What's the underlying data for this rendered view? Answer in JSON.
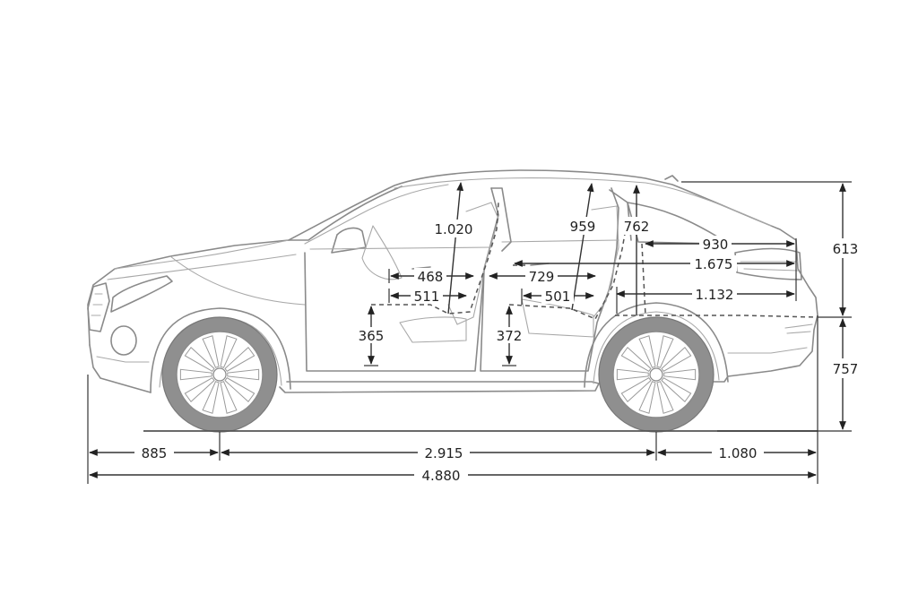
{
  "dimensions": {
    "front_overhang": "885",
    "wheelbase": "2.915",
    "rear_overhang": "1.080",
    "overall_length": "4.880",
    "upper_height": "613",
    "lower_height": "757",
    "front_headroom": "1.020",
    "rear_headroom": "959",
    "rear_headroom_2": "762",
    "trunk_930": "930",
    "trunk_1675": "1.675",
    "trunk_1132": "1.132",
    "front_seat_468": "468",
    "front_seat_511": "511",
    "rear_legroom_729": "729",
    "rear_seat_501": "501",
    "front_seat_height": "365",
    "rear_seat_height": "372"
  },
  "icons": {
    "arrowhead": "arrowhead-icon"
  }
}
